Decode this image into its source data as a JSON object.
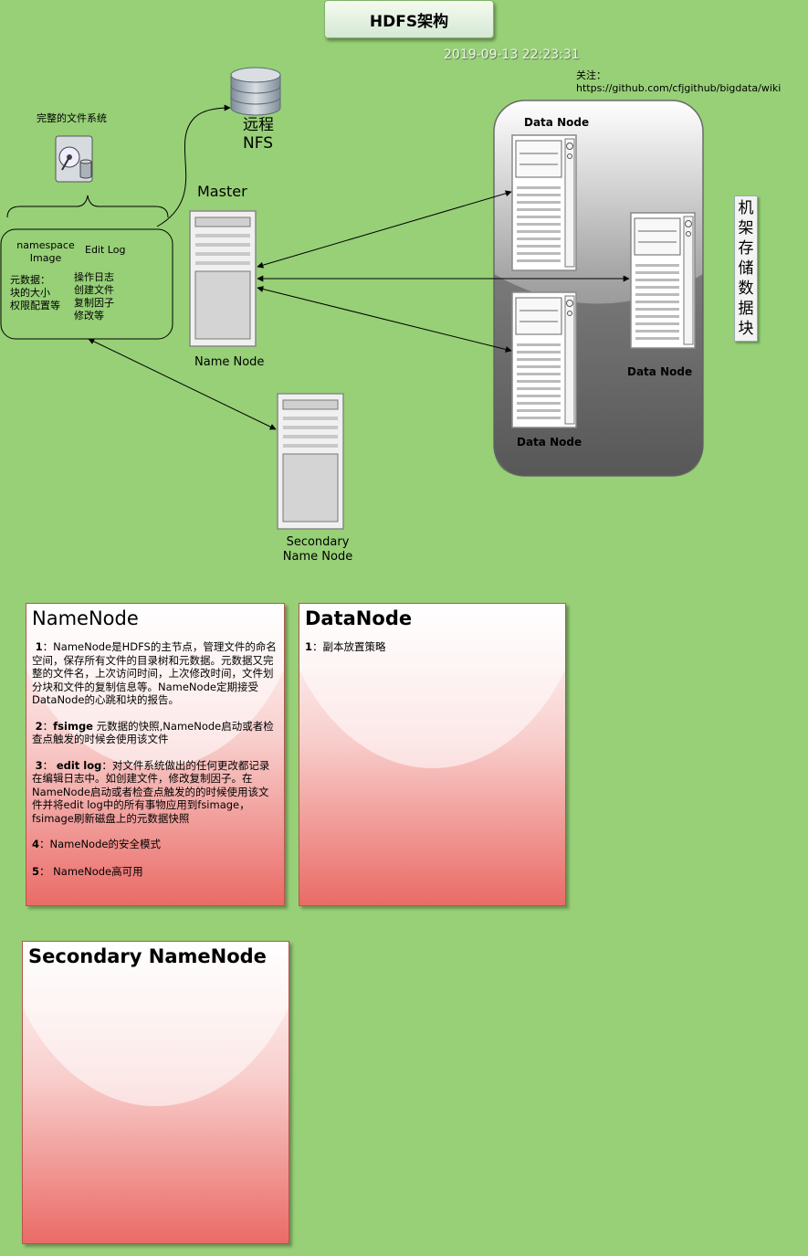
{
  "title": "HDFS架构",
  "timestamp": "2019-09-13 22:23:31",
  "follow_note": "关注：https://github.com/cfjgithub/bigdata/wiki",
  "diagram": {
    "filesystem_label": "完整的文件系统",
    "nfs_label_line1": "远程",
    "nfs_label_line2": "NFS",
    "master_label": "Master",
    "namenode_label": "Name Node",
    "secondary_label_line1": "Secondary",
    "secondary_label_line2": "Name Node",
    "namespace_label_line1": "namespace",
    "namespace_label_line2": "Image",
    "editlog_label": "Edit Log",
    "metadata_lines": [
      "元数据：",
      "块的大小",
      "权限配置等"
    ],
    "editlog_lines": [
      "操作日志",
      "创建文件",
      "复制因子",
      "修改等"
    ],
    "datanode_labels": [
      "Data Node",
      "Data Node",
      "Data Node"
    ],
    "rack_label_chars": [
      "机",
      "架",
      "存",
      "储",
      "数",
      "据",
      "块"
    ]
  },
  "cards": {
    "namenode": {
      "title": "NameNode",
      "items": [
        {
          "num": "1",
          "sep": "：",
          "key": "",
          "text": "NameNode是HDFS的主节点，管理文件的命名空间，保存所有文件的目录树和元数据。元数据又完整的文件名，上次访问时间，上次修改时间，文件划分块和文件的复制信息等。NameNode定期接受DataNode的心跳和块的报告。"
        },
        {
          "num": "2",
          "sep": "：",
          "key": "fsimge",
          "text": " 元数据的快照,NameNode启动或者检查点触发的时候会使用该文件"
        },
        {
          "num": "3",
          "sep": "：",
          "key": "edit log",
          "text": "：对文件系统做出的任何更改都记录在编辑日志中。如创建文件，修改复制因子。在NameNode启动或者检查点触发的的时候使用该文件并将edit log中的所有事物应用到fsimage，fsimage刷新磁盘上的元数据快照"
        },
        {
          "num": "4",
          "sep": "：",
          "key": "",
          "text": "NameNode的安全模式"
        },
        {
          "num": "5",
          "sep": "：",
          "key": "",
          "text": " NameNode高可用"
        }
      ]
    },
    "datanode": {
      "title": "DataNode",
      "items": [
        {
          "num": "1",
          "sep": "：",
          "key": "",
          "text": "副本放置策略"
        }
      ]
    },
    "secondary": {
      "title": "Secondary NameNode"
    }
  }
}
